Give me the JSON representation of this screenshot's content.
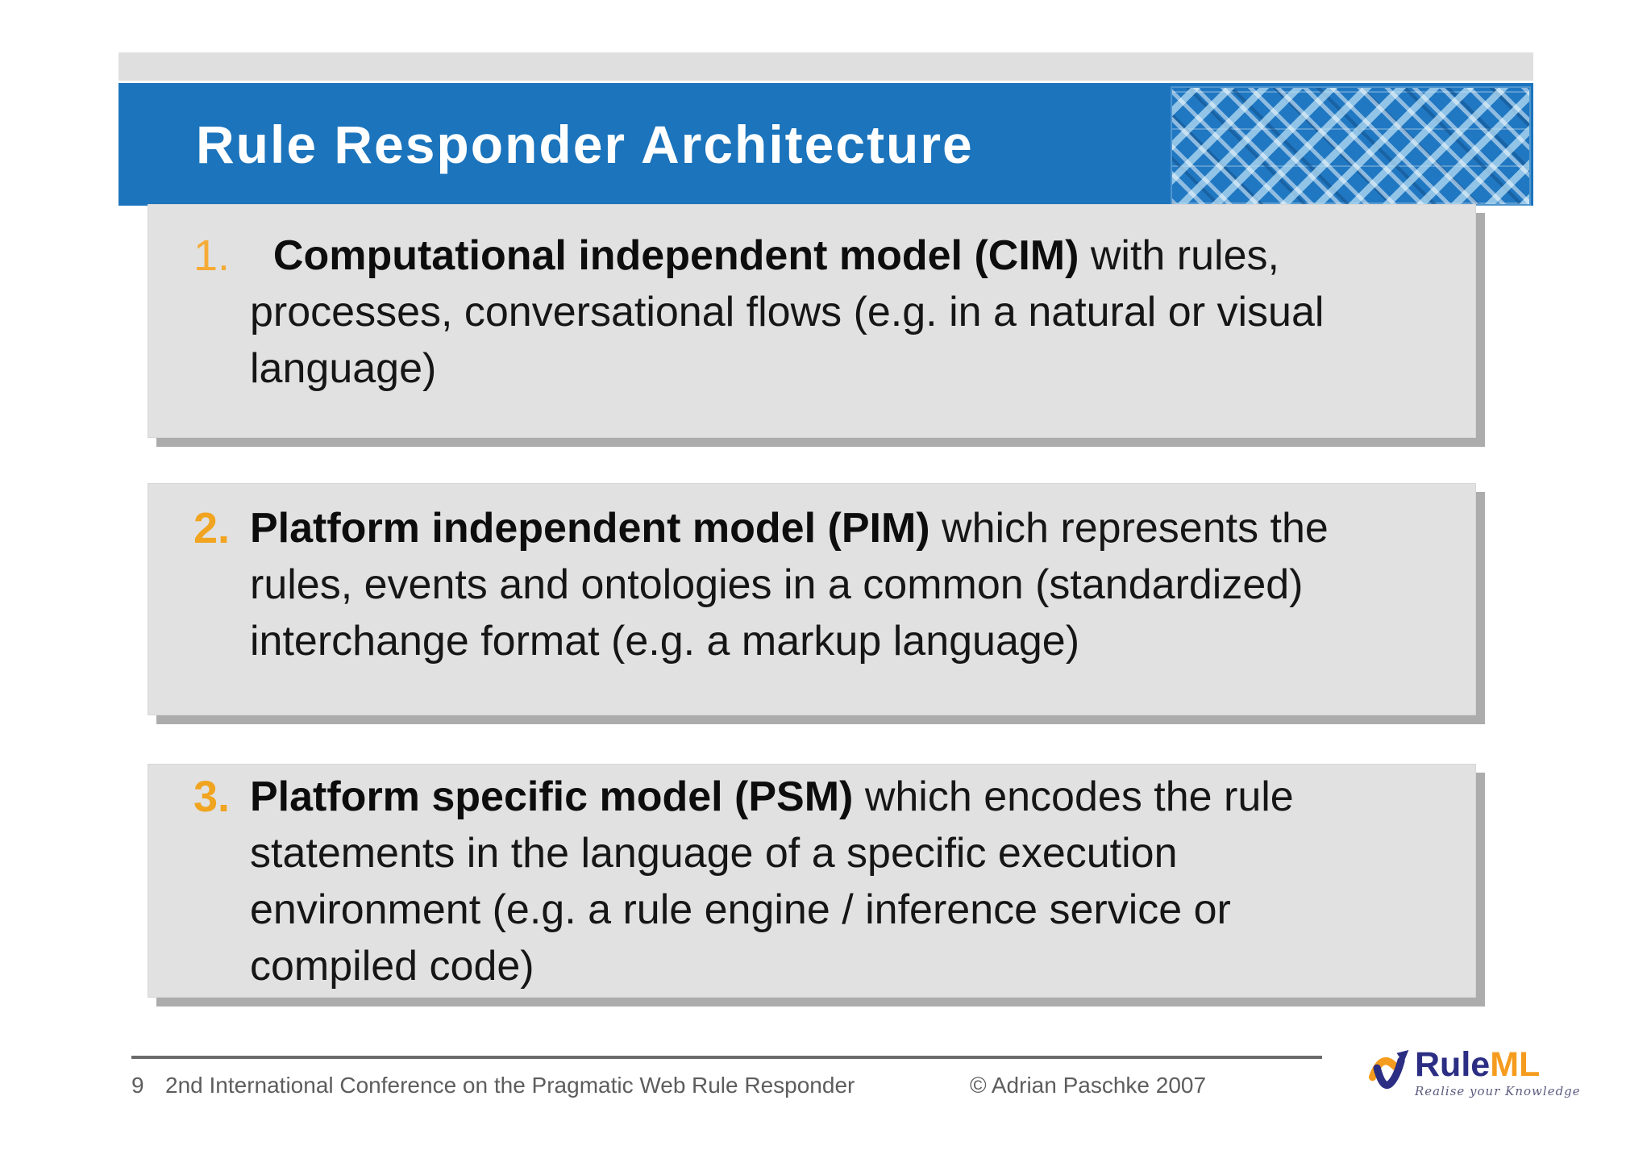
{
  "slide": {
    "title": "Rule Responder Architecture",
    "items": [
      {
        "number": "1.",
        "heading": "  Computational independent model (CIM)",
        "after_heading": " with rules,",
        "continuation": [
          "processes, conversational flows (e.g. in a natural or visual",
          "language)"
        ]
      },
      {
        "number": "2.",
        "heading": "Platform independent model (PIM)",
        "after_heading": " which represents the",
        "continuation": [
          "rules, events and ontologies in a common (standardized)",
          "interchange format (e.g. a markup language)"
        ]
      },
      {
        "number": "3.",
        "heading": "Platform specific model (PSM)",
        "after_heading": " which encodes the rule",
        "continuation": [
          "statements in the language of a specific execution",
          "environment (e.g. a rule engine / inference service or",
          "compiled code)"
        ]
      }
    ],
    "footer": {
      "page_number": "9",
      "conference_label": "2nd International Conference on the Pragmatic Web",
      "deck_label": "Rule Responder",
      "copyright_label": "© Adrian Paschke 2007"
    },
    "logo": {
      "part_rule": "Rule",
      "part_ml": "ML",
      "tagline": "Realise your Knowledge"
    },
    "colors": {
      "banner_blue": "#1b74bc",
      "header_bar_gray": "#dfdfdf",
      "box_gray": "#e1e1e1",
      "box_shadow_gray": "#acacac",
      "accent_orange": "#f0a41f",
      "body_text": "#161616",
      "footer_text_gray": "#5d5d5d",
      "logo_navy": "#2b2e83",
      "logo_orange": "#f59c1e"
    }
  }
}
